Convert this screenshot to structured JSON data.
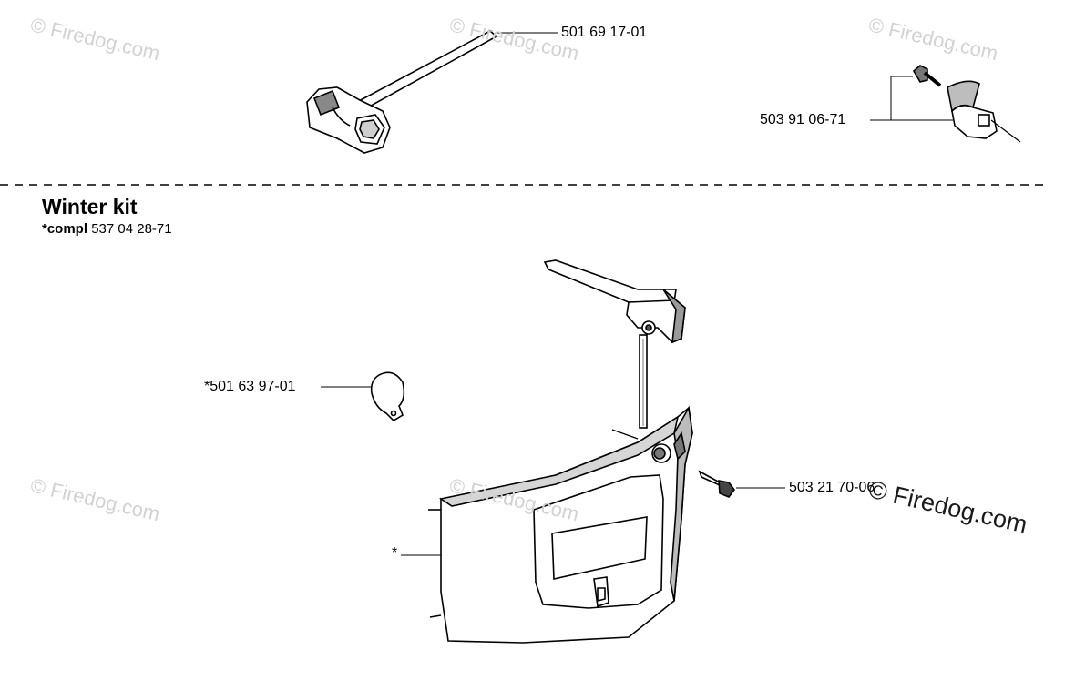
{
  "watermark": {
    "text": "Firedog.com"
  },
  "section": {
    "title": "Winter kit",
    "compl_prefix": "*compl",
    "compl_number": "537 04 28-71"
  },
  "parts": {
    "socket_wrench": "501 69 17-01",
    "chain_tensioner": "503 91 06-71",
    "cover_disc": "*501 63 97-01",
    "screw": "503 21 70-06",
    "winter_cover": "*"
  }
}
